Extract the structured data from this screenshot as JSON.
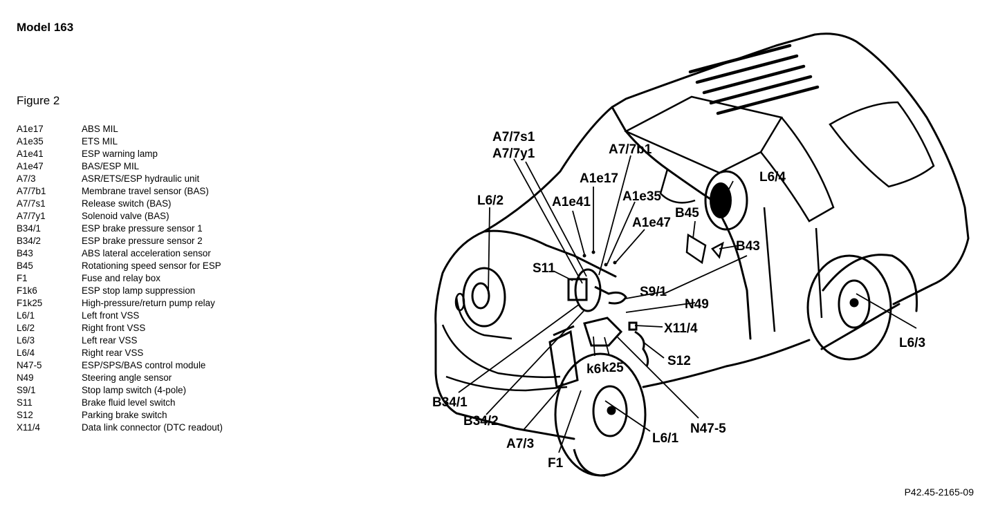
{
  "header": {
    "title": "Model 163",
    "figure_label": "Figure 2"
  },
  "legend": [
    {
      "code": "A1e17",
      "description": "ABS MIL"
    },
    {
      "code": "A1e35",
      "description": "ETS MIL"
    },
    {
      "code": "A1e41",
      "description": "ESP warning lamp"
    },
    {
      "code": "A1e47",
      "description": "BAS/ESP MIL"
    },
    {
      "code": "A7/3",
      "description": "ASR/ETS/ESP hydraulic unit"
    },
    {
      "code": "A7/7b1",
      "description": "Membrane travel sensor (BAS)"
    },
    {
      "code": "A7/7s1",
      "description": "Release switch (BAS)"
    },
    {
      "code": "A7/7y1",
      "description": "Solenoid valve (BAS)"
    },
    {
      "code": "B34/1",
      "description": "ESP brake pressure sensor 1"
    },
    {
      "code": "B34/2",
      "description": "ESP brake pressure sensor 2"
    },
    {
      "code": "B43",
      "description": "ABS lateral acceleration sensor"
    },
    {
      "code": "B45",
      "description": "Rotationing speed sensor for ESP"
    },
    {
      "code": "F1",
      "description": "Fuse and relay box"
    },
    {
      "code": "F1k6",
      "description": "ESP stop lamp suppression"
    },
    {
      "code": "F1k25",
      "description": "High-pressure/return pump relay"
    },
    {
      "code": "L6/1",
      "description": "Left front VSS"
    },
    {
      "code": "L6/2",
      "description": "Right front VSS"
    },
    {
      "code": "L6/3",
      "description": "Left rear VSS"
    },
    {
      "code": "L6/4",
      "description": "Right rear VSS"
    },
    {
      "code": "N47-5",
      "description": "ESP/SPS/BAS control module"
    },
    {
      "code": "N49",
      "description": "Steering angle sensor"
    },
    {
      "code": "S9/1",
      "description": "Stop lamp switch (4-pole)"
    },
    {
      "code": "S11",
      "description": "Brake fluid level switch"
    },
    {
      "code": "S12",
      "description": "Parking brake switch"
    },
    {
      "code": "X11/4",
      "description": "Data link connector (DTC readout)"
    }
  ],
  "callouts": {
    "a7_7s1": "A7/7s1",
    "a7_7y1": "A7/7y1",
    "a7_7b1": "A7/7b1",
    "a1e17": "A1e17",
    "a1e41": "A1e41",
    "a1e35": "A1e35",
    "a1e47": "A1e47",
    "l6_2": "L6/2",
    "l6_4": "L6/4",
    "b45": "B45",
    "b43": "B43",
    "s11": "S11",
    "s9_1": "S9/1",
    "n49": "N49",
    "x11_4": "X11/4",
    "s12": "S12",
    "l6_3": "L6/3",
    "k6": "k6",
    "k25": "k25",
    "b34_1": "B34/1",
    "b34_2": "B34/2",
    "a7_3": "A7/3",
    "f1": "F1",
    "l6_1": "L6/1",
    "n47_5": "N47-5"
  },
  "reference": "P42.45-2165-09"
}
